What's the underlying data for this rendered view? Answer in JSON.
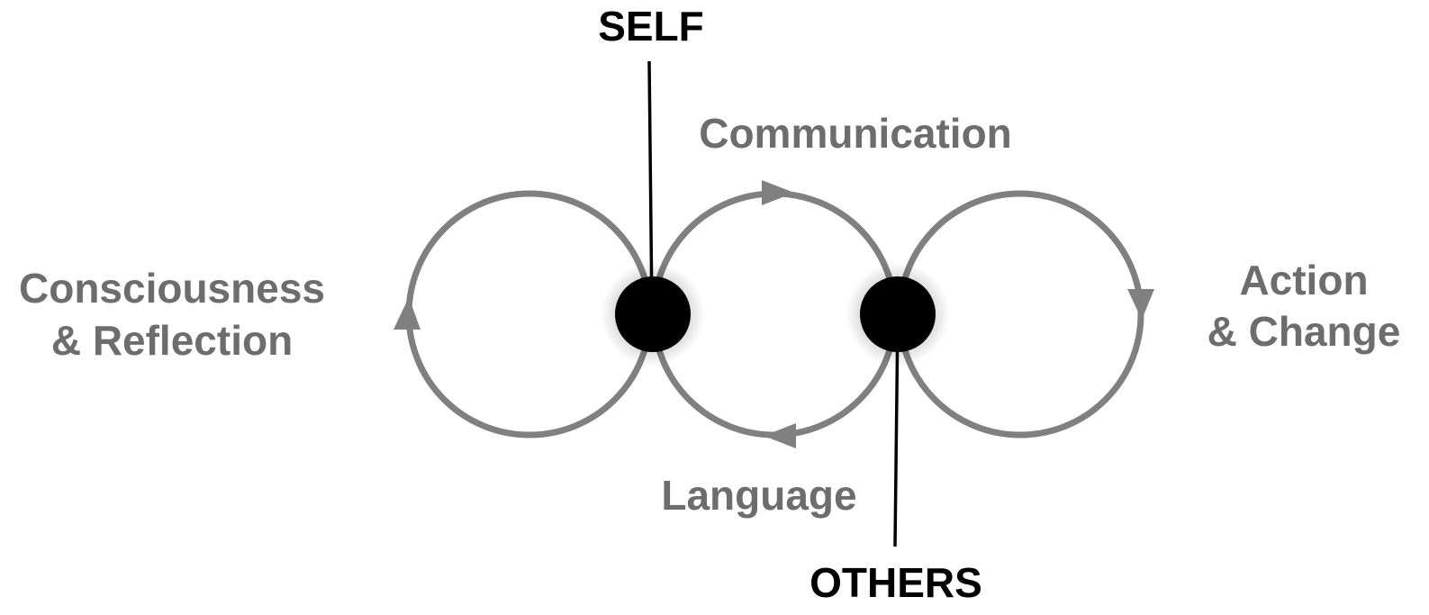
{
  "labels": {
    "self": "SELF",
    "others": "OTHERS",
    "communication": "Communication",
    "language": "Language",
    "consciousness_line1": "Consciousness",
    "consciousness_line2": "& Reflection",
    "action_line1": "Action",
    "action_line2": "& Change"
  },
  "colors": {
    "loop_stroke": "#808080",
    "label_gray": "#6d6d6d",
    "node_fill": "#000000",
    "pointer_line": "#000000"
  }
}
